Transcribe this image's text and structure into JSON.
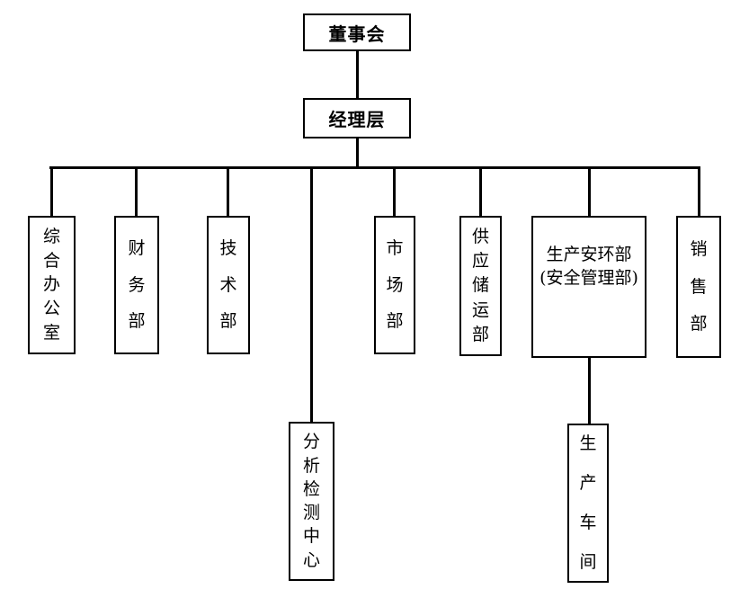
{
  "diagram": {
    "type": "org-chart",
    "background_color": "#ffffff",
    "line_color": "#000000",
    "text_color": "#000000",
    "nodes": {
      "board": "董事会",
      "management": "经理层",
      "general_office": "综合办公室",
      "finance": "财务部",
      "technology": "技术部",
      "analysis_center": "分析检测中心",
      "market": "市场部",
      "supply": "供应储运部",
      "production_safety_line1": "生产安环部",
      "production_safety_line2": "(安全管理部)",
      "sales": "销售部",
      "workshop": "生产车间"
    },
    "hierarchy": [
      {
        "parent": "董事会",
        "children": [
          "经理层"
        ]
      },
      {
        "parent": "经理层",
        "children": [
          "综合办公室",
          "财务部",
          "技术部",
          "分析检测中心",
          "市场部",
          "供应储运部",
          "生产安环部(安全管理部)",
          "销售部"
        ]
      },
      {
        "parent": "生产安环部(安全管理部)",
        "children": [
          "生产车间"
        ]
      }
    ]
  }
}
